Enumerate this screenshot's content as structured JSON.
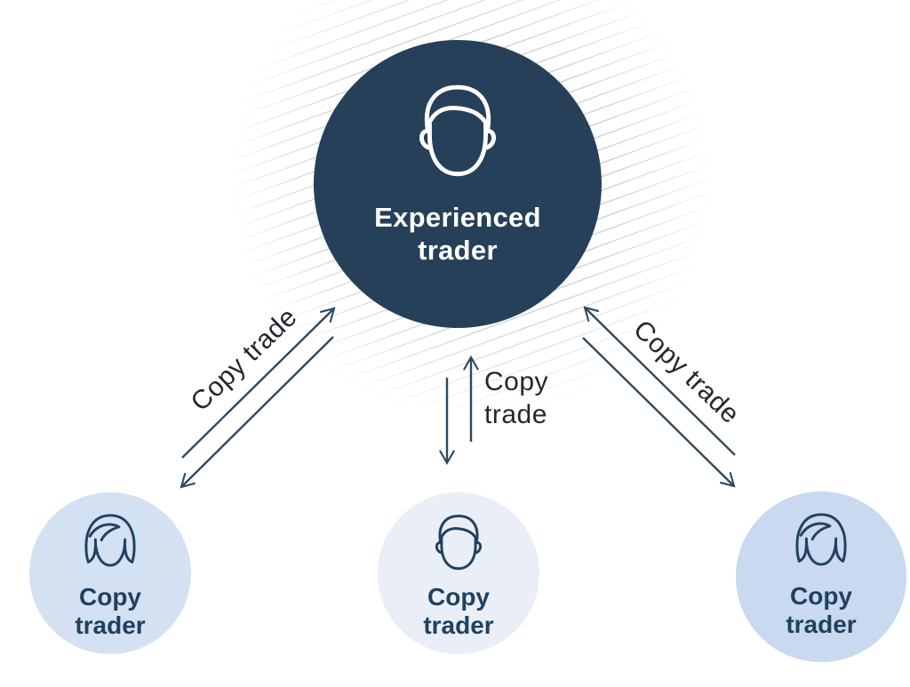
{
  "diagram": {
    "experienced_trader": {
      "label": "Experienced trader",
      "icon": "male-face-icon",
      "bg_color": "#264059",
      "text_color": "#ffffff"
    },
    "arrows": [
      {
        "position": "left",
        "label": "Copy trade",
        "direction": "bidirectional"
      },
      {
        "position": "center",
        "label": "Copy trade",
        "direction": "bidirectional"
      },
      {
        "position": "right",
        "label": "Copy trade",
        "direction": "bidirectional"
      }
    ],
    "copy_traders": [
      {
        "position": "left",
        "label": "Copy trader",
        "icon": "female-face-icon",
        "bg_color": "#d4e1f2"
      },
      {
        "position": "center",
        "label": "Copy trader",
        "icon": "male-face-icon",
        "bg_color": "#e9eef7"
      },
      {
        "position": "right",
        "label": "Copy trader",
        "icon": "female-face-icon",
        "bg_color": "#c8d9f0"
      }
    ],
    "colors": {
      "arrow": "#2d4a60",
      "copy_trade_label_text": "#23272e",
      "copy_trader_text": "#20415f",
      "hatch_line": "#c9cdd2",
      "background": "#ffffff"
    }
  }
}
